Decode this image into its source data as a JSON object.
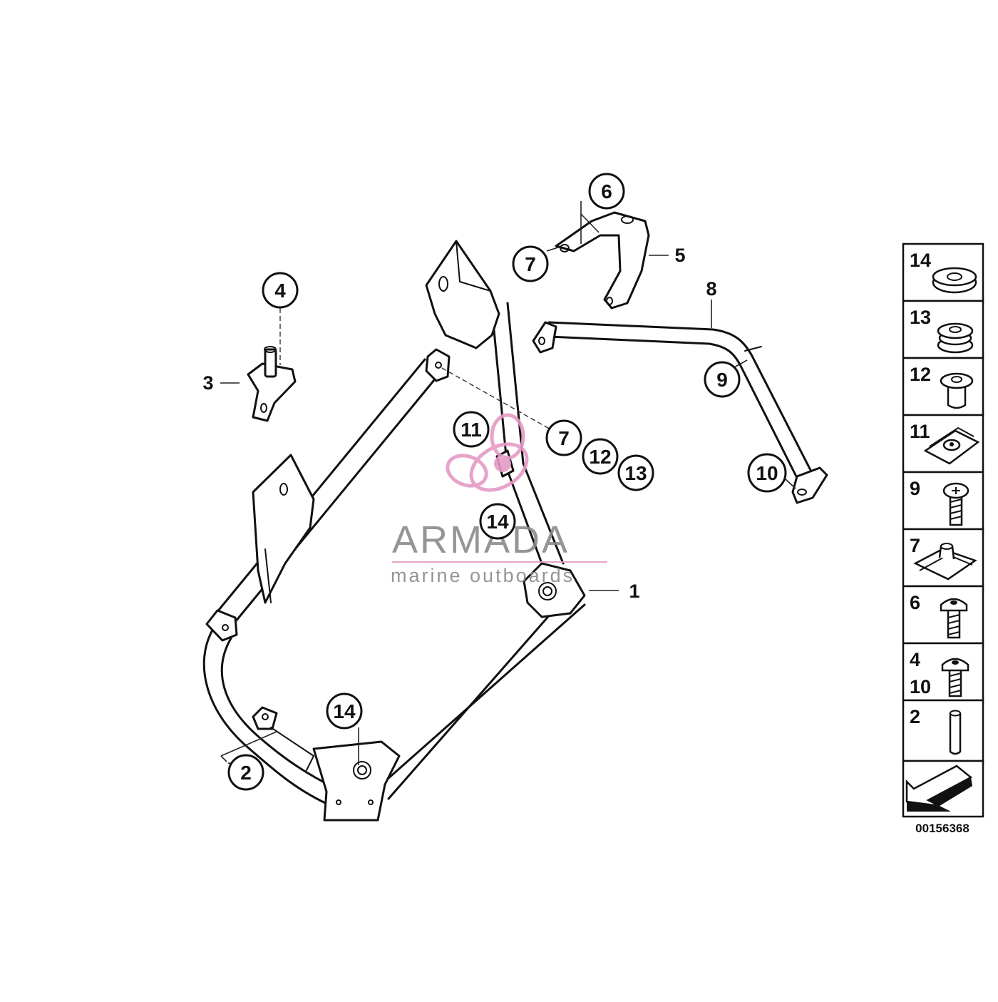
{
  "callouts": {
    "c1": "1",
    "c2": "2",
    "c3": "3",
    "c4": "4",
    "c5": "5",
    "c6": "6",
    "c7a": "7",
    "c7b": "7",
    "c8": "8",
    "c9": "9",
    "c10": "10",
    "c11": "11",
    "c12": "12",
    "c13": "13",
    "c14a": "14",
    "c14b": "14"
  },
  "legend": {
    "items": [
      "14",
      "13",
      "12",
      "11",
      "9",
      "7",
      "6",
      "4",
      "10",
      "2"
    ]
  },
  "watermark": {
    "brand": "ARMADA",
    "tagline": "marine outboards",
    "accent_color": "#e59ac4"
  },
  "diagram_id": "00156368"
}
